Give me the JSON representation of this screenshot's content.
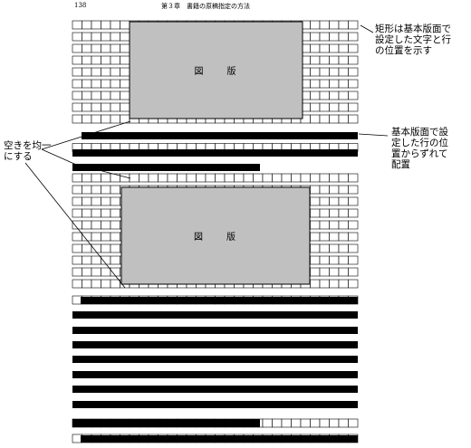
{
  "header": {
    "page_number": "138",
    "chapter_title": "第３章　書籍の原稿指定の方法"
  },
  "figure_label": "図　　版",
  "annotations": {
    "grid_note": "矩形は基本版面で\n設定した文字と行\nの位置を示す",
    "offset_note": "基本版面で設\n定した行の位\n置からずれて\n配置",
    "spacing_note": "空きを均一\nにする"
  },
  "colors": {
    "grid_line": "#000000",
    "figure_fill": "#c0c0c0",
    "text_bar": "#000000"
  }
}
